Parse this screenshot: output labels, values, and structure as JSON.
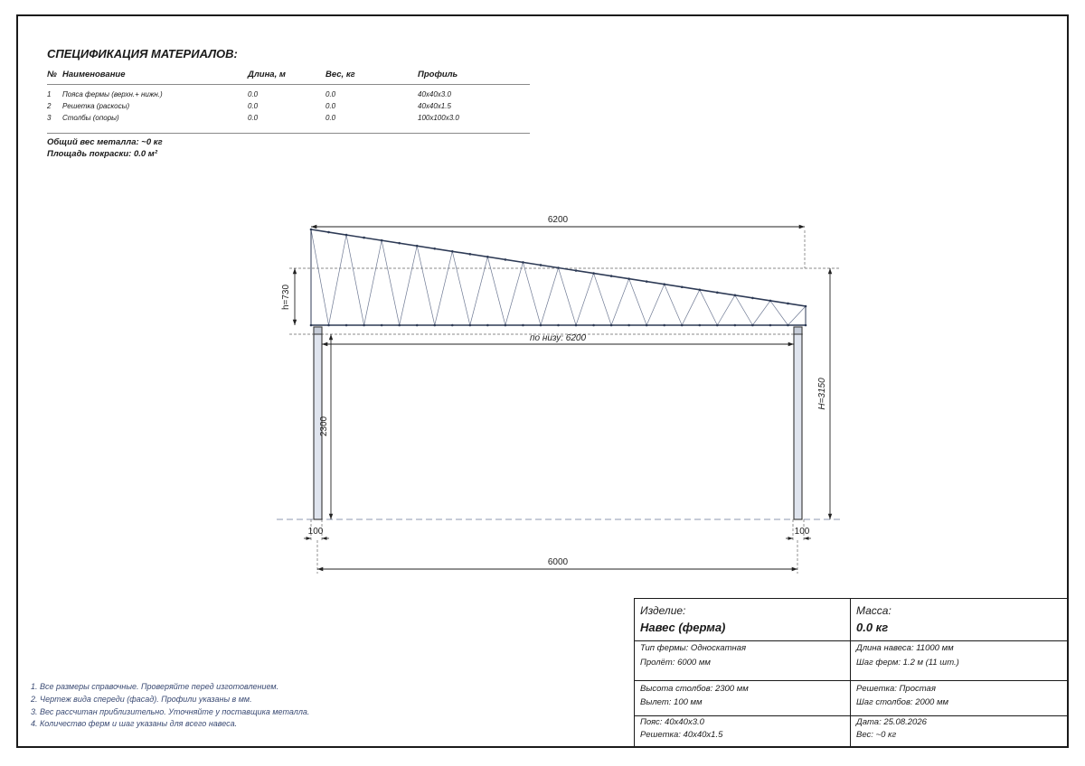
{
  "spec": {
    "title": "СПЕЦИФИКАЦИЯ МАТЕРИАЛОВ:",
    "columns": [
      "№",
      "Наименование",
      "Длина, м",
      "Вес, кг",
      "Профиль"
    ],
    "rows": [
      {
        "num": "1",
        "name": "Пояса фермы (верхн.+ нижн.)",
        "length": "0.0",
        "weight": "0.0",
        "profile": "40x40x3.0"
      },
      {
        "num": "2",
        "name": "Решетка (раскосы)",
        "length": "0.0",
        "weight": "0.0",
        "profile": "40x40x1.5"
      },
      {
        "num": "3",
        "name": "Столбы (опоры)",
        "length": "0.0",
        "weight": "0.0",
        "profile": "100x100x3.0"
      }
    ],
    "total_weight": "Общий вес металла: ~0 кг",
    "paint_area": "Площадь покраски: 0.0 м²"
  },
  "drawing": {
    "top_length": "6200",
    "truss_height": "h=730",
    "bottom_length": "по низу: 6200",
    "post_height": "2300",
    "total_height": "H=3150",
    "post_width_left": "100",
    "post_width_right": "100",
    "span": "6000"
  },
  "notes": [
    "1. Все размеры справочные. Проверяйте перед изготовлением.",
    "2. Чертеж вида спереди (фасад). Профили указаны в мм.",
    "3. Вес рассчитан приблизительно. Уточняйте у поставщика металла.",
    "4. Количество ферм и шаг указаны для всего навеса."
  ],
  "title_block": {
    "product_label": "Изделие:",
    "product_name": "Навес (ферма)",
    "mass_label": "Масса:",
    "mass_value": "0.0 кг",
    "truss_type": "Тип фермы: Односкатная",
    "span": "Пролёт: 6000 мм",
    "canopy_length": "Длина навеса: 11000 мм",
    "truss_step": "Шаг ферм: 1.2 м (11 шт.)",
    "post_height": "Высота столбов: 2300 мм",
    "overhang": "Вылет: 100 мм",
    "lattice": "Решетка: Простая",
    "post_step": "Шаг столбов: 2000 мм",
    "chord": "Пояс: 40x40x3.0",
    "web": "Решетка: 40x40x1.5",
    "date": "Дата: 25.08.2026",
    "weight": "Вес: ~0 кг"
  }
}
